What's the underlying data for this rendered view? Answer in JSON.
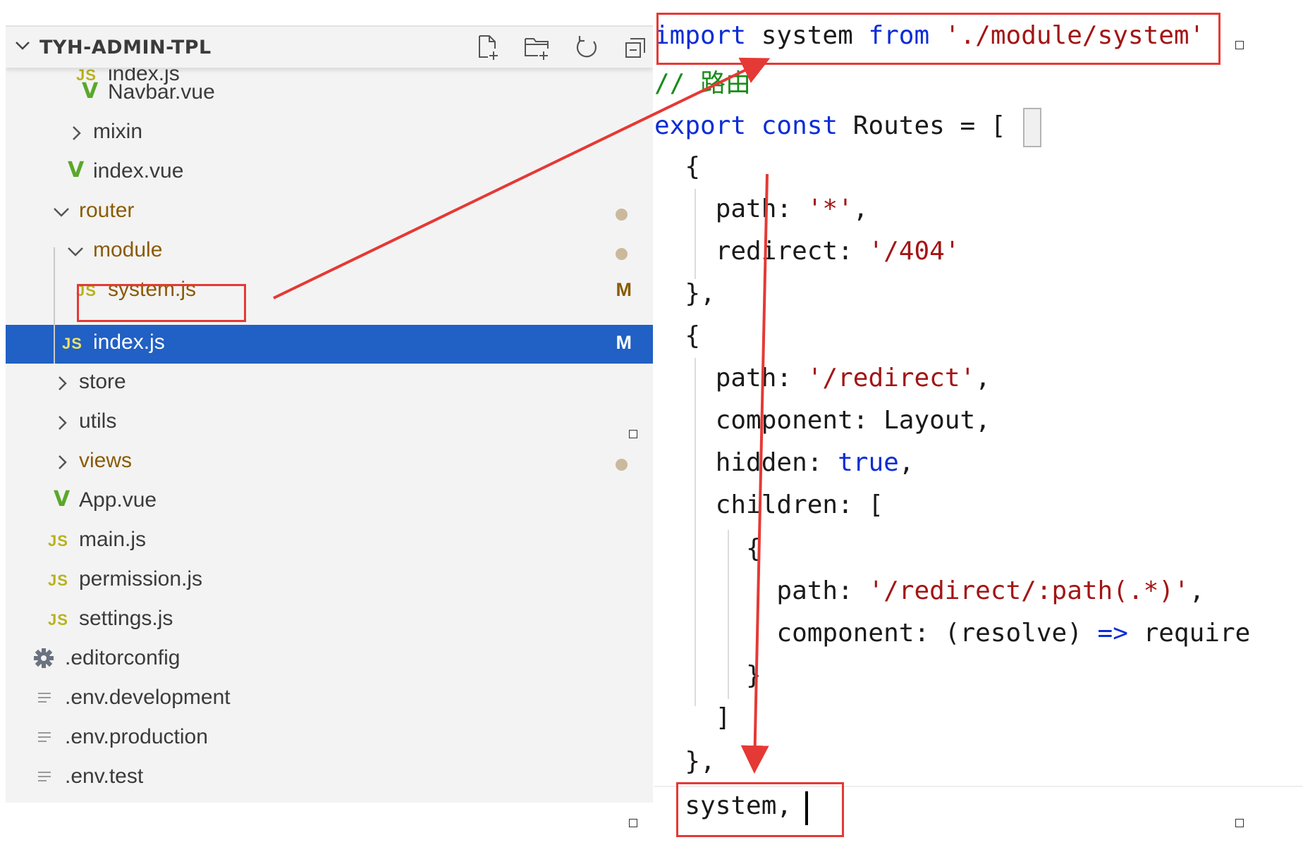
{
  "explorer": {
    "title": "TYH-ADMIN-TPL",
    "toolbar": {
      "new_file_icon": "new-file-icon",
      "new_folder_icon": "new-folder-icon",
      "refresh_icon": "refresh-icon",
      "collapse_icon": "collapse-all-icon"
    },
    "items": [
      {
        "label": "index.js",
        "icon": "js",
        "status": ""
      },
      {
        "label": "Navbar.vue",
        "icon": "vue",
        "status": ""
      },
      {
        "label": "mixin",
        "icon": "chevron-right",
        "status": ""
      },
      {
        "label": "index.vue",
        "icon": "vue",
        "status": ""
      },
      {
        "label": "router",
        "icon": "chevron-down",
        "status": "dot"
      },
      {
        "label": "module",
        "icon": "chevron-down",
        "status": "dot"
      },
      {
        "label": "system.js",
        "icon": "js",
        "status": "M"
      },
      {
        "label": "index.js",
        "icon": "js",
        "status": "M"
      },
      {
        "label": "store",
        "icon": "chevron-right",
        "status": ""
      },
      {
        "label": "utils",
        "icon": "chevron-right",
        "status": ""
      },
      {
        "label": "views",
        "icon": "chevron-right",
        "status": "dot"
      },
      {
        "label": "App.vue",
        "icon": "vue",
        "status": ""
      },
      {
        "label": "main.js",
        "icon": "js",
        "status": ""
      },
      {
        "label": "permission.js",
        "icon": "js",
        "status": ""
      },
      {
        "label": "settings.js",
        "icon": "js",
        "status": ""
      },
      {
        "label": ".editorconfig",
        "icon": "gear",
        "status": ""
      },
      {
        "label": ".env.development",
        "icon": "lines",
        "status": ""
      },
      {
        "label": ".env.production",
        "icon": "lines",
        "status": ""
      },
      {
        "label": ".env.test",
        "icon": "lines",
        "status": ""
      }
    ],
    "js_badge": "JS",
    "selected_index": 7
  },
  "code": {
    "l1": {
      "kw1": "import",
      "t1": " system ",
      "kw2": "from",
      "t2": " ",
      "s1": "'./module/system'"
    },
    "l2": {
      "c": "// 路由"
    },
    "l3": {
      "kw1": "export",
      "t1": " ",
      "kw2": "const",
      "t2": " Routes = ",
      "b": "["
    },
    "l4": "  {",
    "l5": {
      "t": "    path: ",
      "s": "'*'",
      "e": ","
    },
    "l6": {
      "t": "    redirect: ",
      "s": "'/404'"
    },
    "l7": "  },",
    "l8": "  {",
    "l9": {
      "t": "    path: ",
      "s": "'/redirect'",
      "e": ","
    },
    "l10": "    component: Layout,",
    "l11": {
      "t": "    hidden: ",
      "b": "true",
      "e": ","
    },
    "l12": "    children: [",
    "l13": "      {",
    "l14": {
      "t": "        path: ",
      "s": "'/redirect/:path(.*)'",
      "e": ","
    },
    "l15": {
      "t": "        component: (resolve) ",
      "op": "=>",
      "e": " require"
    },
    "l16": "      }",
    "l17": "    ]",
    "l18": "  },",
    "l19": "  system,"
  },
  "annotation_color": "#e53935"
}
